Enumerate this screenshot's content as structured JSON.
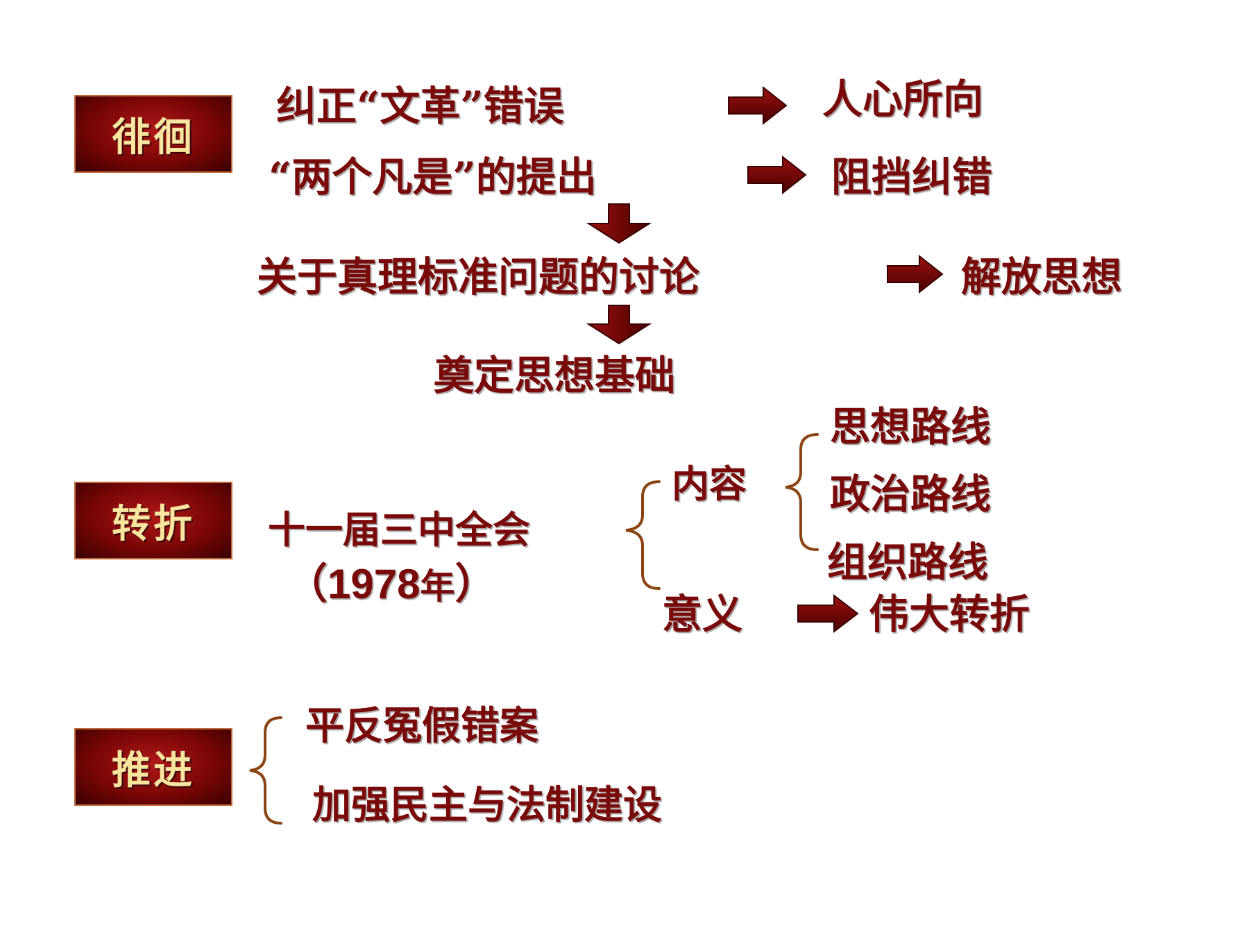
{
  "sections": {
    "paihui": {
      "label": "徘徊"
    },
    "zhuanzhe": {
      "label": "转折"
    },
    "tuijin": {
      "label": "推进"
    }
  },
  "paihui": {
    "row1": {
      "left": "纠正“文革”错误",
      "right": "人心所向"
    },
    "row2": {
      "left": "“两个凡是”的提出",
      "right": "阻挡纠错"
    },
    "row3": {
      "left": "关于真理标准问题的讨论",
      "right": "解放思想"
    },
    "row4": {
      "text": "奠定思想基础"
    }
  },
  "zhuanzhe": {
    "meeting": "十一届三中全会",
    "year_open": "（",
    "year_num": "1978",
    "year_unit": "年",
    "year_close": "）",
    "content_label": "内容",
    "content_items": [
      "思想路线",
      "政治路线",
      "组织路线"
    ],
    "meaning_label": "意义",
    "meaning_result": "伟大转折"
  },
  "tuijin": {
    "items": [
      "平反冤假错案",
      "加强民主与法制建设"
    ]
  },
  "colors": {
    "text": "#7a0a0a",
    "box_fill": "#8b0a0a",
    "box_text": "#f8e6a0",
    "box_border": "#c06a3a",
    "brace": "#8b4513",
    "arrow": "#7a0000"
  }
}
